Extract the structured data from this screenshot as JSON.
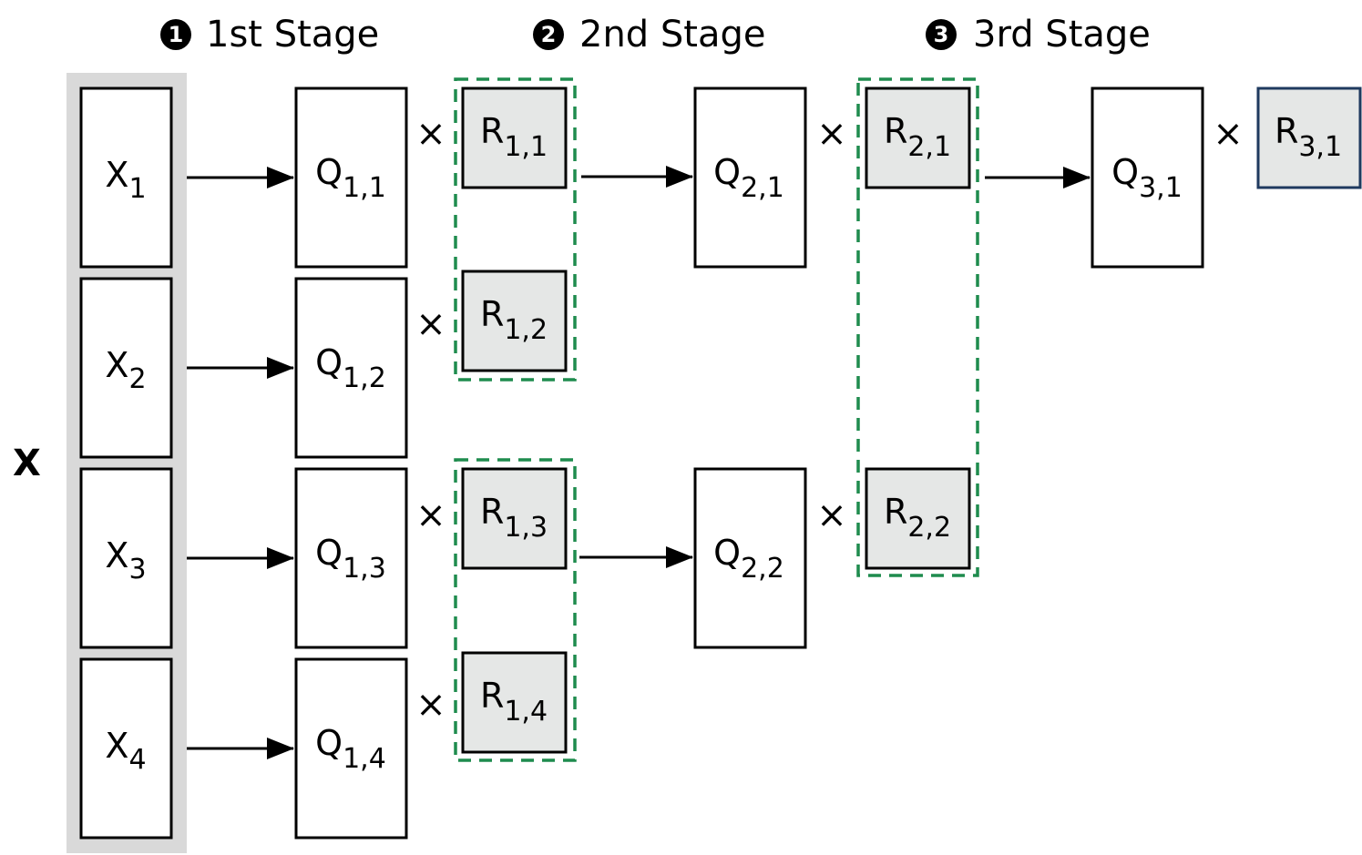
{
  "stages": [
    {
      "num": "1",
      "label": "1st Stage"
    },
    {
      "num": "2",
      "label": "2nd Stage"
    },
    {
      "num": "3",
      "label": "3rd Stage"
    }
  ],
  "matrix_label": "X",
  "times_symbol": "×",
  "colors": {
    "stroke": "#000000",
    "r_fill": "#e5e7e6",
    "x_group_fill": "#d9d9d9",
    "group_dash": "#1f8c4e",
    "final_border": "#1f3a5f"
  },
  "x_blocks": [
    {
      "main": "X",
      "sub": "1"
    },
    {
      "main": "X",
      "sub": "2"
    },
    {
      "main": "X",
      "sub": "3"
    },
    {
      "main": "X",
      "sub": "4"
    }
  ],
  "q_stage1": [
    {
      "main": "Q",
      "sub": "1,1"
    },
    {
      "main": "Q",
      "sub": "1,2"
    },
    {
      "main": "Q",
      "sub": "1,3"
    },
    {
      "main": "Q",
      "sub": "1,4"
    }
  ],
  "r_stage1": [
    {
      "main": "R",
      "sub": "1,1"
    },
    {
      "main": "R",
      "sub": "1,2"
    },
    {
      "main": "R",
      "sub": "1,3"
    },
    {
      "main": "R",
      "sub": "1,4"
    }
  ],
  "q_stage2": [
    {
      "main": "Q",
      "sub": "2,1"
    },
    {
      "main": "Q",
      "sub": "2,2"
    }
  ],
  "r_stage2": [
    {
      "main": "R",
      "sub": "2,1"
    },
    {
      "main": "R",
      "sub": "2,2"
    }
  ],
  "q_stage3": [
    {
      "main": "Q",
      "sub": "3,1"
    }
  ],
  "r_stage3": [
    {
      "main": "R",
      "sub": "3,1"
    }
  ]
}
